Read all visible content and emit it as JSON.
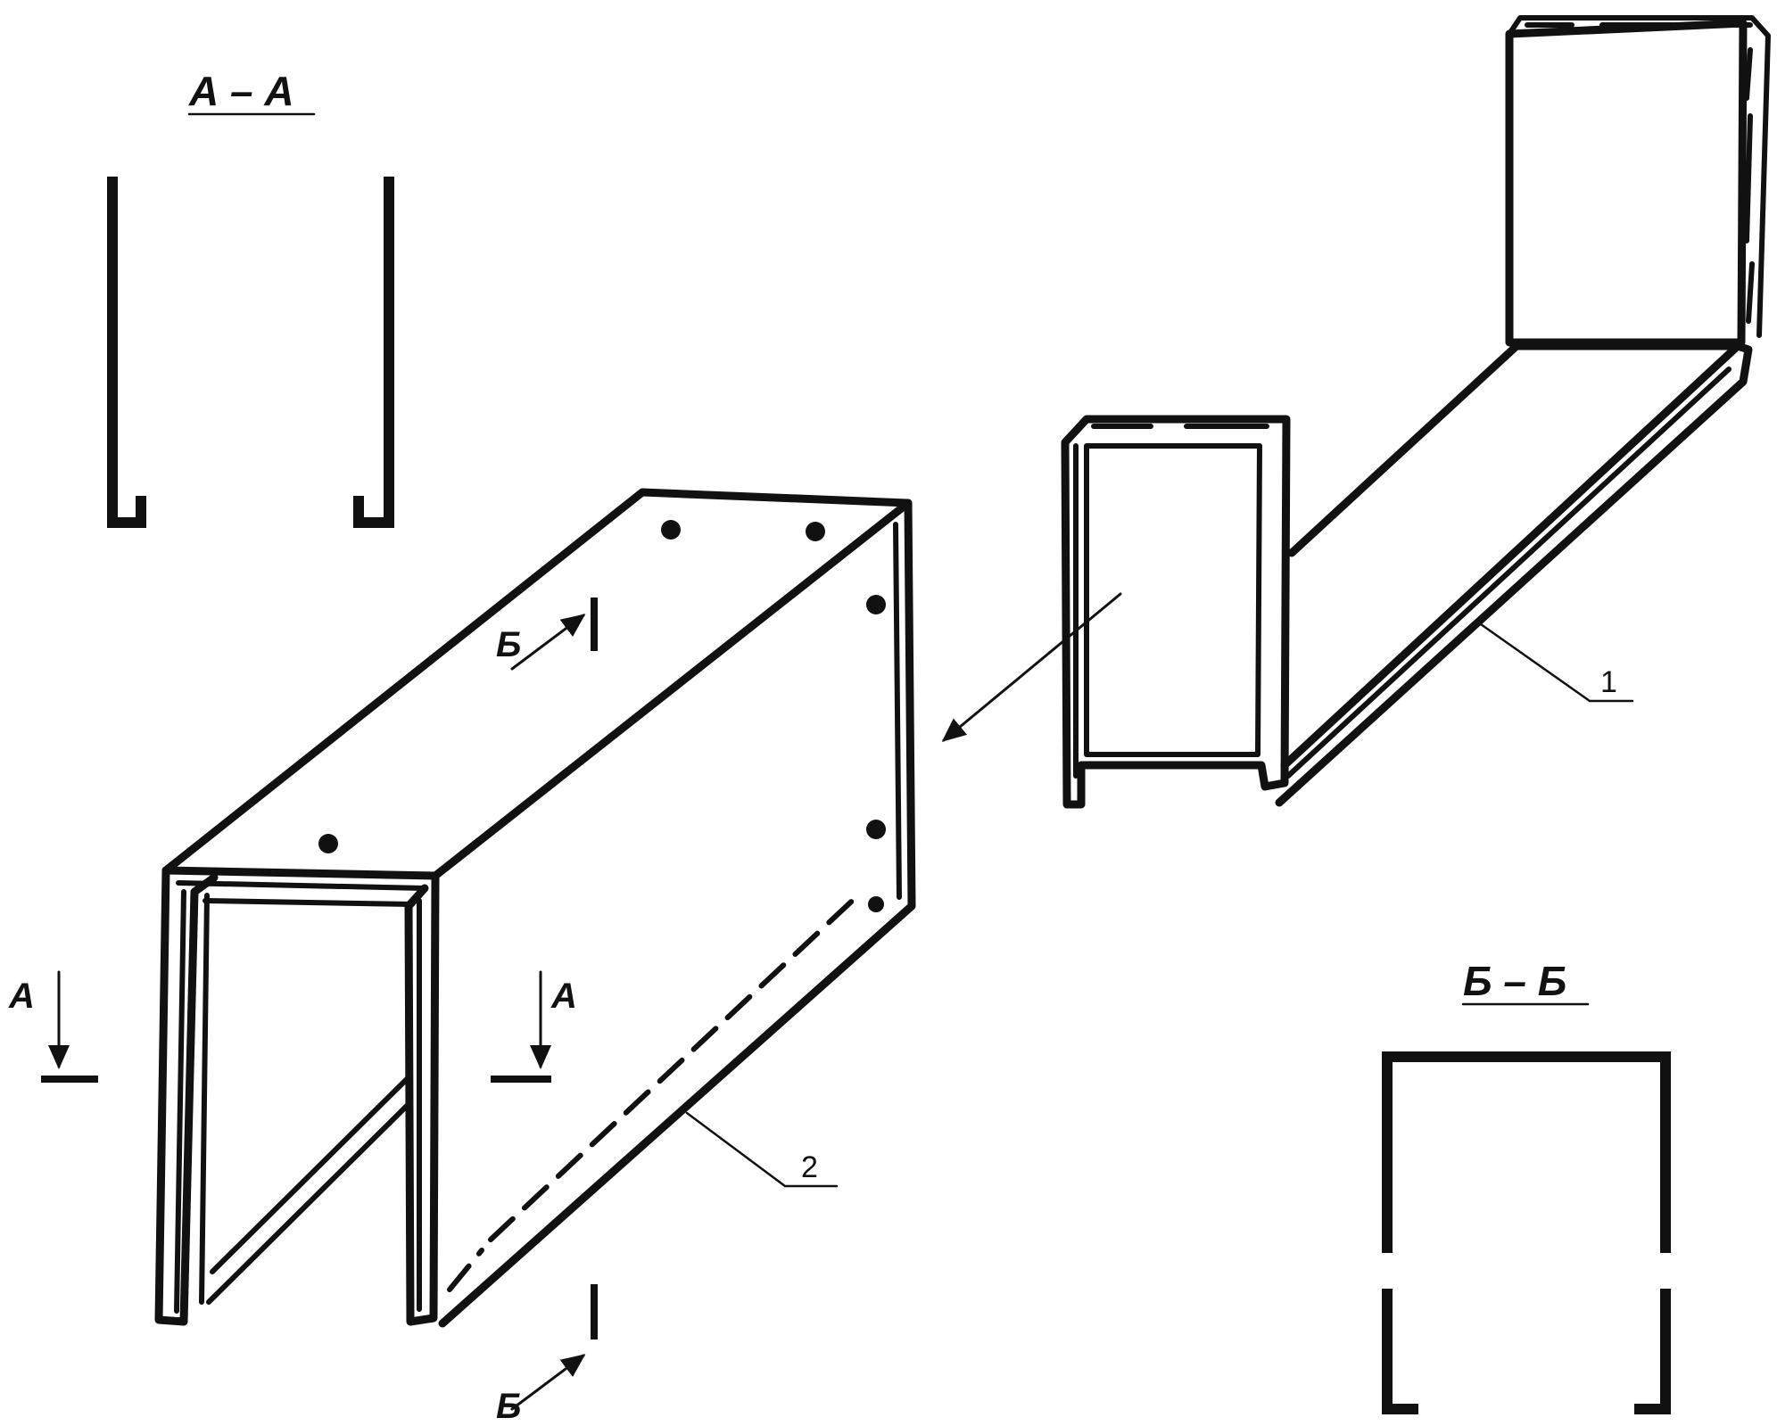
{
  "sections": {
    "aa_title": "А – А",
    "bb_title": "Б – Б"
  },
  "cut_marks": {
    "a_left": "А",
    "a_right": "А",
    "b_top": "Б",
    "b_bottom": "Б"
  },
  "callouts": {
    "part_1": "1",
    "part_2": "2"
  }
}
